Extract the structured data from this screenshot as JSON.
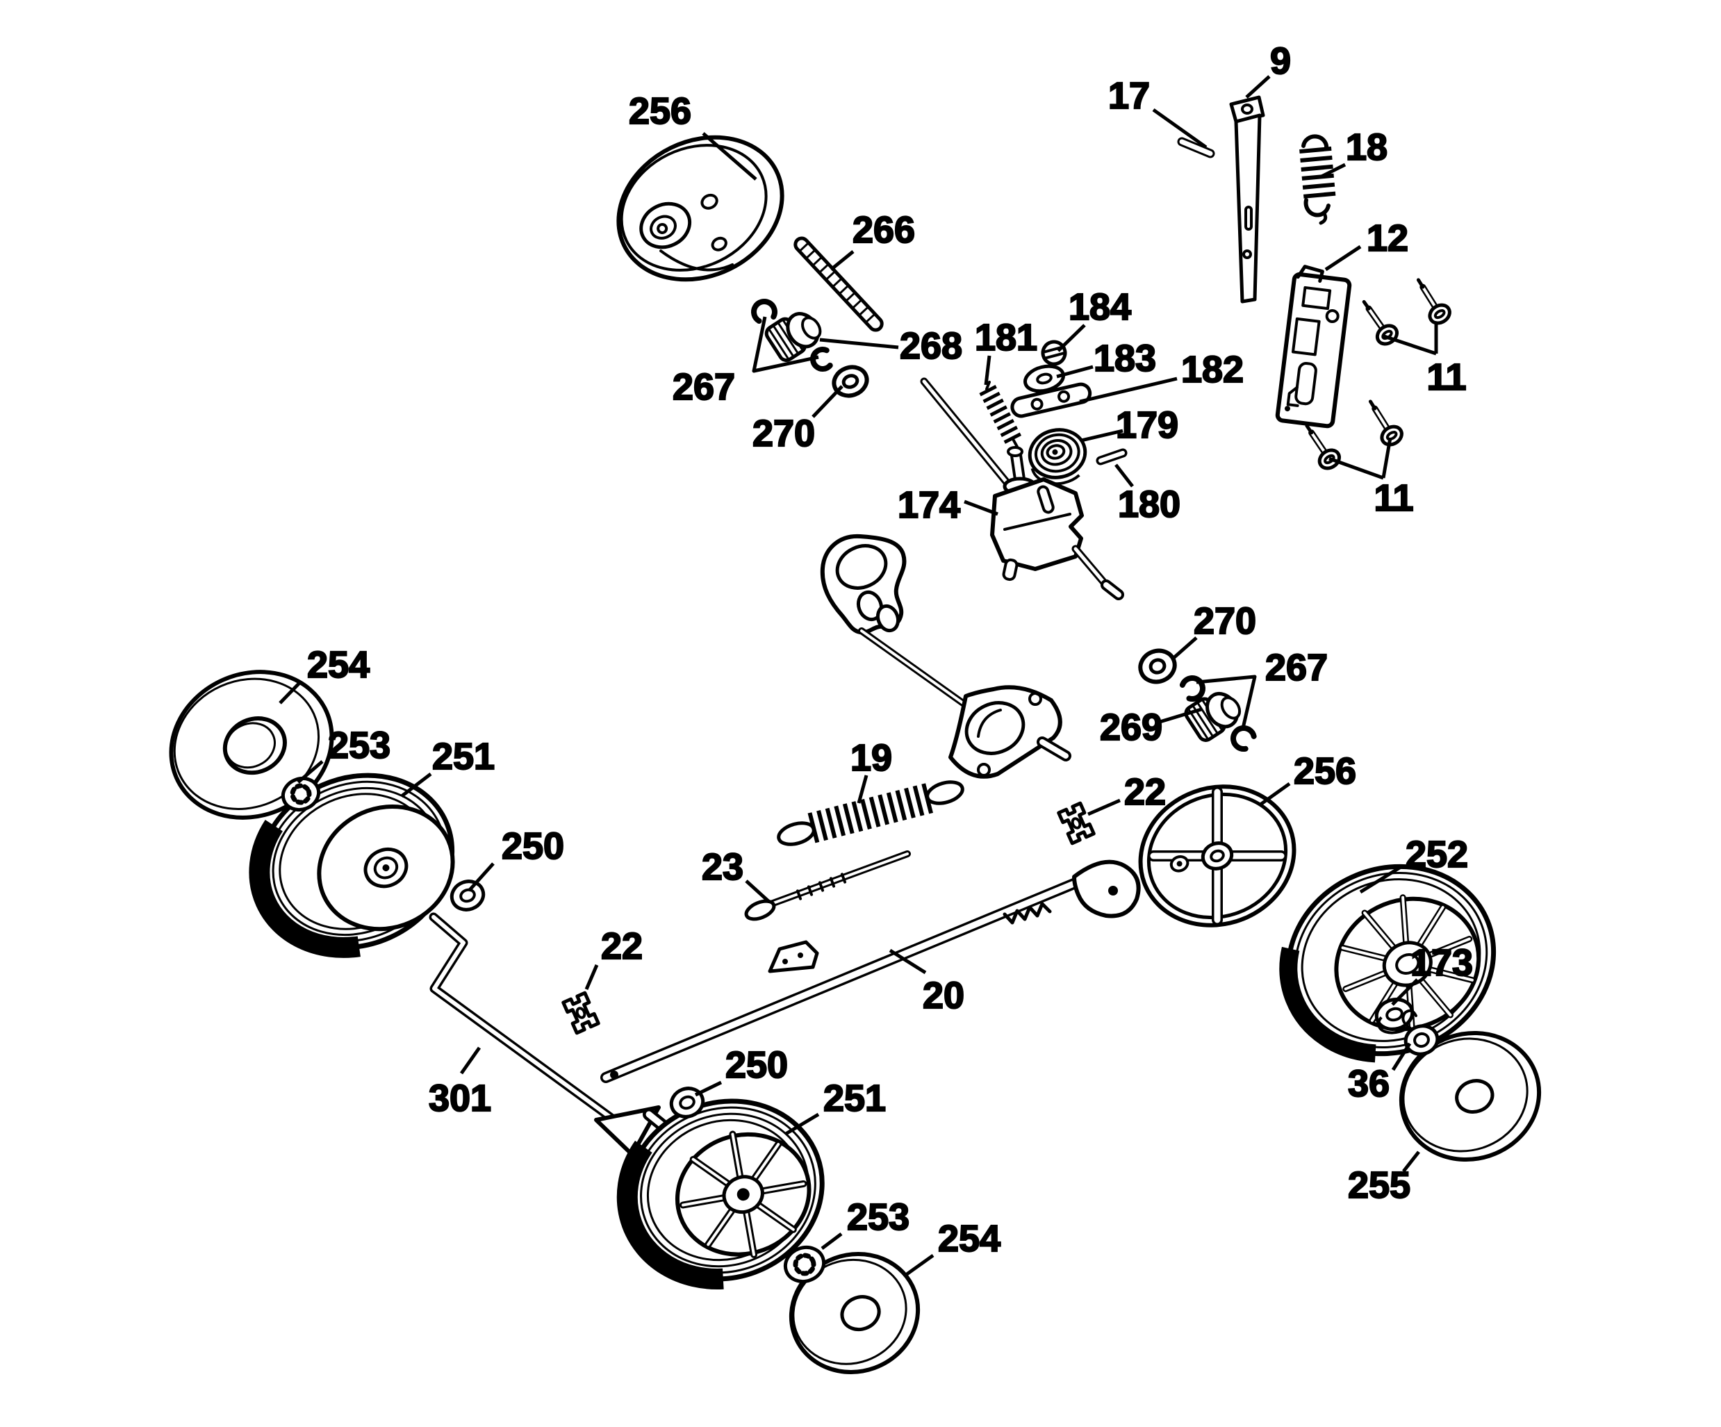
{
  "diagram": {
    "background_color": "#ffffff",
    "line_color": "#000000",
    "labels": {
      "l256a": "256",
      "l266": "266",
      "l268": "268",
      "l267a": "267",
      "l270a": "270",
      "l184": "184",
      "l181": "181",
      "l183": "183",
      "l182": "182",
      "l179": "179",
      "l180": "180",
      "l174": "174",
      "l9": "9",
      "l17": "17",
      "l18": "18",
      "l12": "12",
      "l11a": "11",
      "l11b": "11",
      "l270b": "270",
      "l267b": "267",
      "l269": "269",
      "l22a": "22",
      "l256b": "256",
      "l252": "252",
      "l173": "173",
      "l36": "36",
      "l255": "255",
      "l254a": "254",
      "l253a": "253",
      "l251a": "251",
      "l250a": "250",
      "l19": "19",
      "l23": "23",
      "l20": "20",
      "l22b": "22",
      "l301": "301",
      "l250b": "250",
      "l251b": "251",
      "l253b": "253",
      "l254b": "254"
    }
  }
}
